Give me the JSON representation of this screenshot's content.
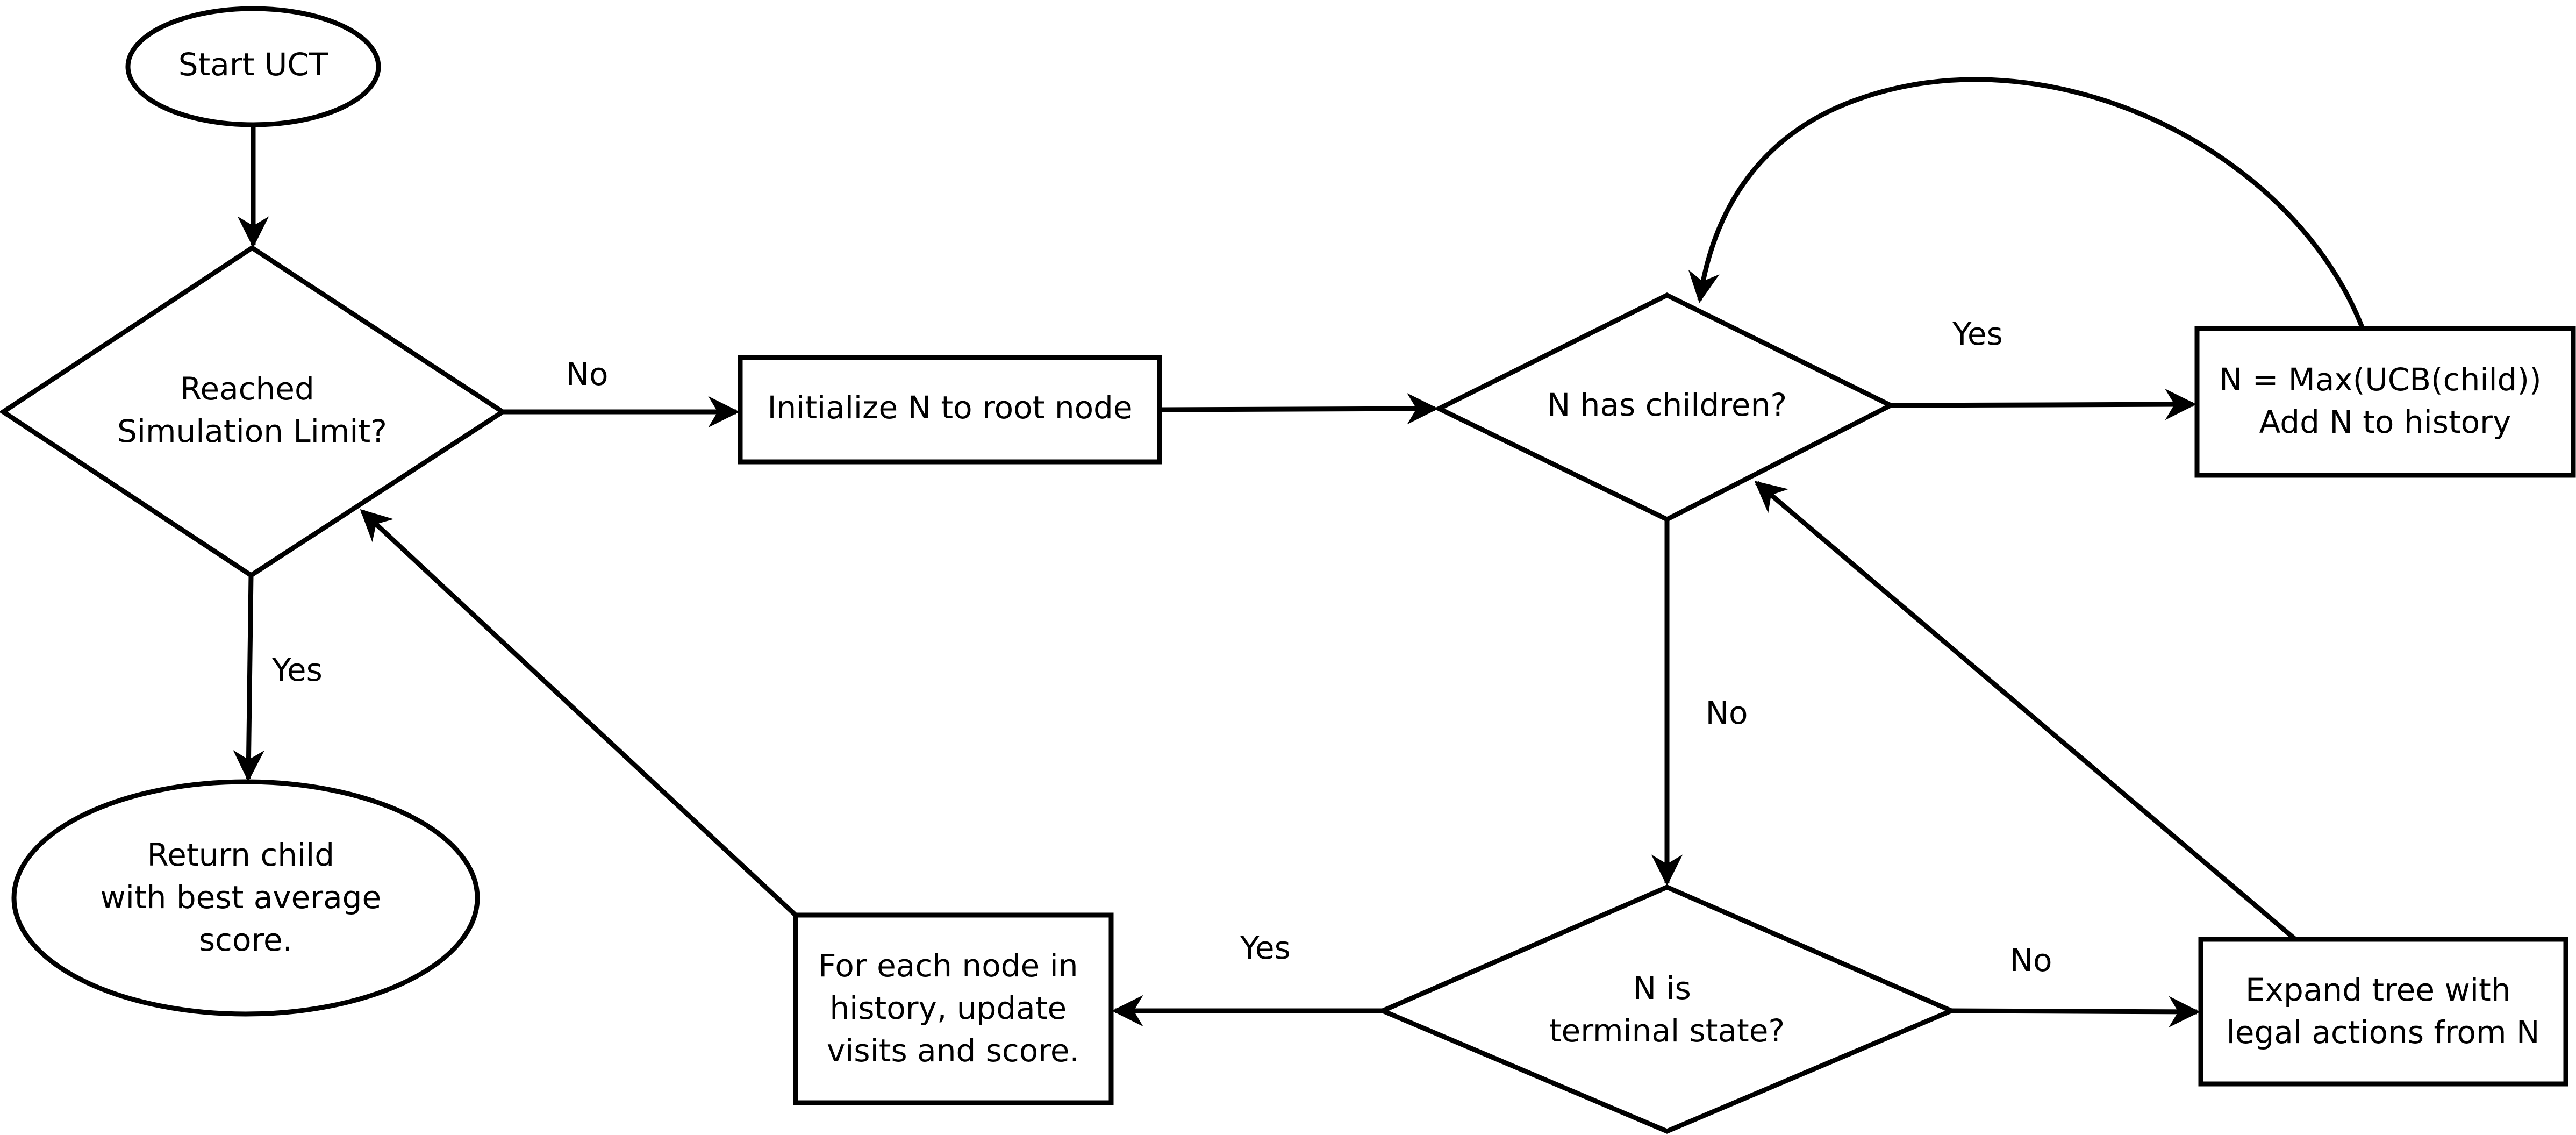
{
  "nodes": {
    "start": {
      "lines": [
        "Start UCT"
      ]
    },
    "reached": {
      "lines": [
        "Reached",
        "Simulation Limit?"
      ]
    },
    "init": {
      "lines": [
        "Initialize N to root node"
      ]
    },
    "has_children": {
      "lines": [
        "N has children?"
      ]
    },
    "select": {
      "lines": [
        "N = Max(UCB(child))",
        "Add N to history"
      ]
    },
    "return": {
      "lines": [
        "Return child",
        "with best average",
        "score."
      ]
    },
    "update": {
      "lines": [
        "For each node in",
        "history, update",
        "visits and score."
      ]
    },
    "terminal": {
      "lines": [
        "N is",
        "terminal state?"
      ]
    },
    "expand": {
      "lines": [
        "Expand tree with",
        "legal actions from N"
      ]
    }
  },
  "edge_labels": {
    "reached_no": "No",
    "reached_yes": "Yes",
    "children_yes": "Yes",
    "children_no": "No",
    "terminal_yes": "Yes",
    "terminal_no": "No"
  }
}
